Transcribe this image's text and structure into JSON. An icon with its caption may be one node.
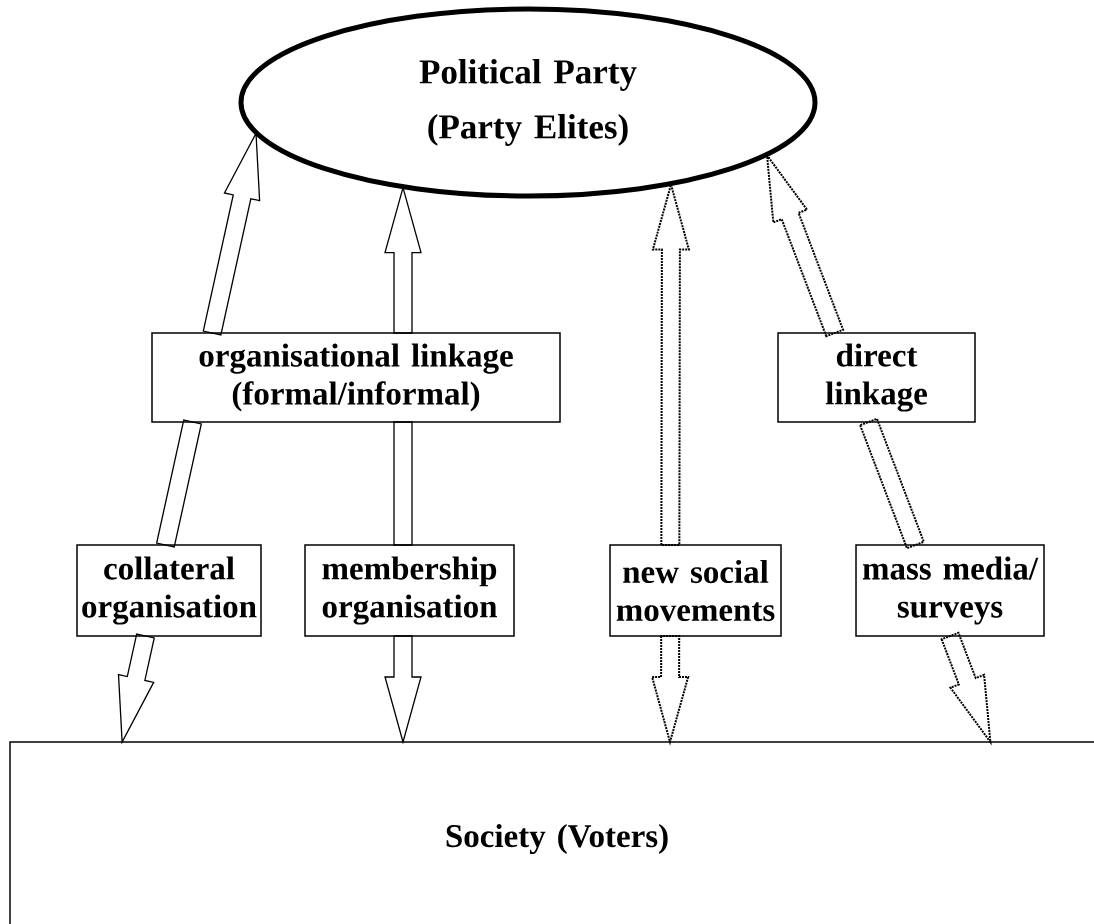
{
  "diagram": {
    "nodes": [
      {
        "text": [
          "Political Party",
          "(Party Elites)"
        ]
      },
      {
        "text": [
          "organisational linkage (formal/informal)"
        ]
      },
      {
        "text": [
          "direct linkage"
        ]
      },
      {
        "text": [
          "collateral organisation"
        ]
      },
      {
        "text": [
          "membership organisation"
        ]
      },
      {
        "text": [
          "new social movements"
        ]
      },
      {
        "text": [
          "mass media/ surveys"
        ]
      },
      {
        "text": [
          "Society (Voters)"
        ]
      }
    ],
    "edges": [
      {
        "from": 1,
        "to": 0,
        "arrow": "to"
      },
      {
        "from": 1,
        "to": 3,
        "arrow": "none"
      },
      {
        "from": 3,
        "to": 7,
        "arrow": "to"
      },
      {
        "from": 1,
        "to": 0,
        "arrow": "to"
      },
      {
        "from": 1,
        "to": 4,
        "arrow": "none"
      },
      {
        "from": 4,
        "to": 7,
        "arrow": "to"
      },
      {
        "from": 5,
        "to": 0,
        "arrow": "to",
        "style": "dashed"
      },
      {
        "from": 5,
        "to": 7,
        "arrow": "to",
        "style": "dashed"
      },
      {
        "from": 2,
        "to": 0,
        "arrow": "to",
        "style": "dashed"
      },
      {
        "from": 2,
        "to": 6,
        "arrow": "none",
        "style": "dashed"
      },
      {
        "from": 6,
        "to": 7,
        "arrow": "to",
        "style": "dashed"
      }
    ]
  }
}
